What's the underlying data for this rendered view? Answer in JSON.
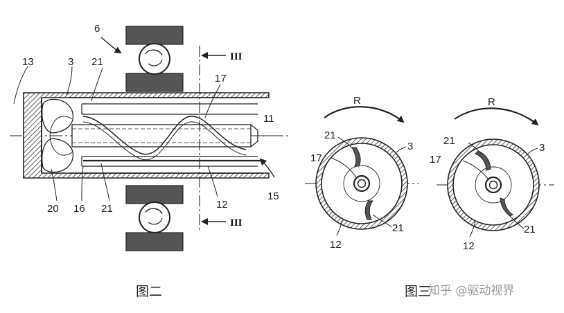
{
  "figure2": {
    "caption": "图二",
    "labels": {
      "l13": "13",
      "l3": "3",
      "l21_top": "21",
      "l6": "6",
      "l17": "17",
      "l11": "11",
      "l15": "15",
      "l12": "12",
      "l20": "20",
      "l16": "16",
      "l21_bottom": "21",
      "section_top": "III",
      "section_bottom": "III"
    }
  },
  "figure3a": {
    "labels": {
      "r": "R",
      "l21_top": "21",
      "l17": "17",
      "l3": "3",
      "l21_bottom": "21",
      "l12": "12"
    }
  },
  "figure3b": {
    "labels": {
      "r": "R",
      "l21_top": "21",
      "l17": "17",
      "l3": "3",
      "l21_bottom": "21",
      "l12": "12"
    }
  },
  "caption_right": "图三",
  "watermark": "知乎 @驱动视界"
}
